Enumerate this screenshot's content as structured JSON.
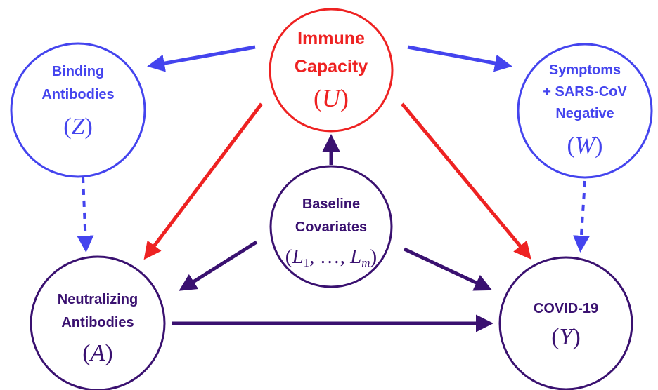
{
  "colors": {
    "red": "#ee2222",
    "blue": "#4444ee",
    "purple": "#3a1170"
  },
  "nodes": {
    "immune": {
      "line1": "Immune",
      "line2": "Capacity",
      "symbol": "U"
    },
    "binding": {
      "line1": "Binding",
      "line2": "Antibodies",
      "symbol": "Z"
    },
    "symptoms": {
      "line1": "Symptoms",
      "line2": "+ SARS-CoV",
      "line3": "Negative",
      "symbol": "W"
    },
    "baseline": {
      "line1": "Baseline",
      "line2": "Covariates",
      "sym_first": "L",
      "sym_first_sub": "1",
      "sym_sep": ", …, ",
      "sym_last": "L",
      "sym_last_sub": "m"
    },
    "neutralizing": {
      "line1": "Neutralizing",
      "line2": "Antibodies",
      "symbol": "A"
    },
    "covid": {
      "line1": "COVID-19",
      "symbol": "Y"
    }
  },
  "edges": [
    {
      "from": "immune",
      "to": "binding",
      "style": "solid",
      "color": "blue"
    },
    {
      "from": "immune",
      "to": "symptoms",
      "style": "solid",
      "color": "blue"
    },
    {
      "from": "immune",
      "to": "neutralizing",
      "style": "solid",
      "color": "red"
    },
    {
      "from": "immune",
      "to": "covid",
      "style": "solid",
      "color": "red"
    },
    {
      "from": "binding",
      "to": "neutralizing",
      "style": "dashed",
      "color": "blue"
    },
    {
      "from": "symptoms",
      "to": "covid",
      "style": "dashed",
      "color": "blue"
    },
    {
      "from": "baseline",
      "to": "immune",
      "style": "solid",
      "color": "purple"
    },
    {
      "from": "baseline",
      "to": "neutralizing",
      "style": "solid",
      "color": "purple"
    },
    {
      "from": "baseline",
      "to": "covid",
      "style": "solid",
      "color": "purple"
    },
    {
      "from": "neutralizing",
      "to": "covid",
      "style": "solid",
      "color": "purple"
    }
  ]
}
